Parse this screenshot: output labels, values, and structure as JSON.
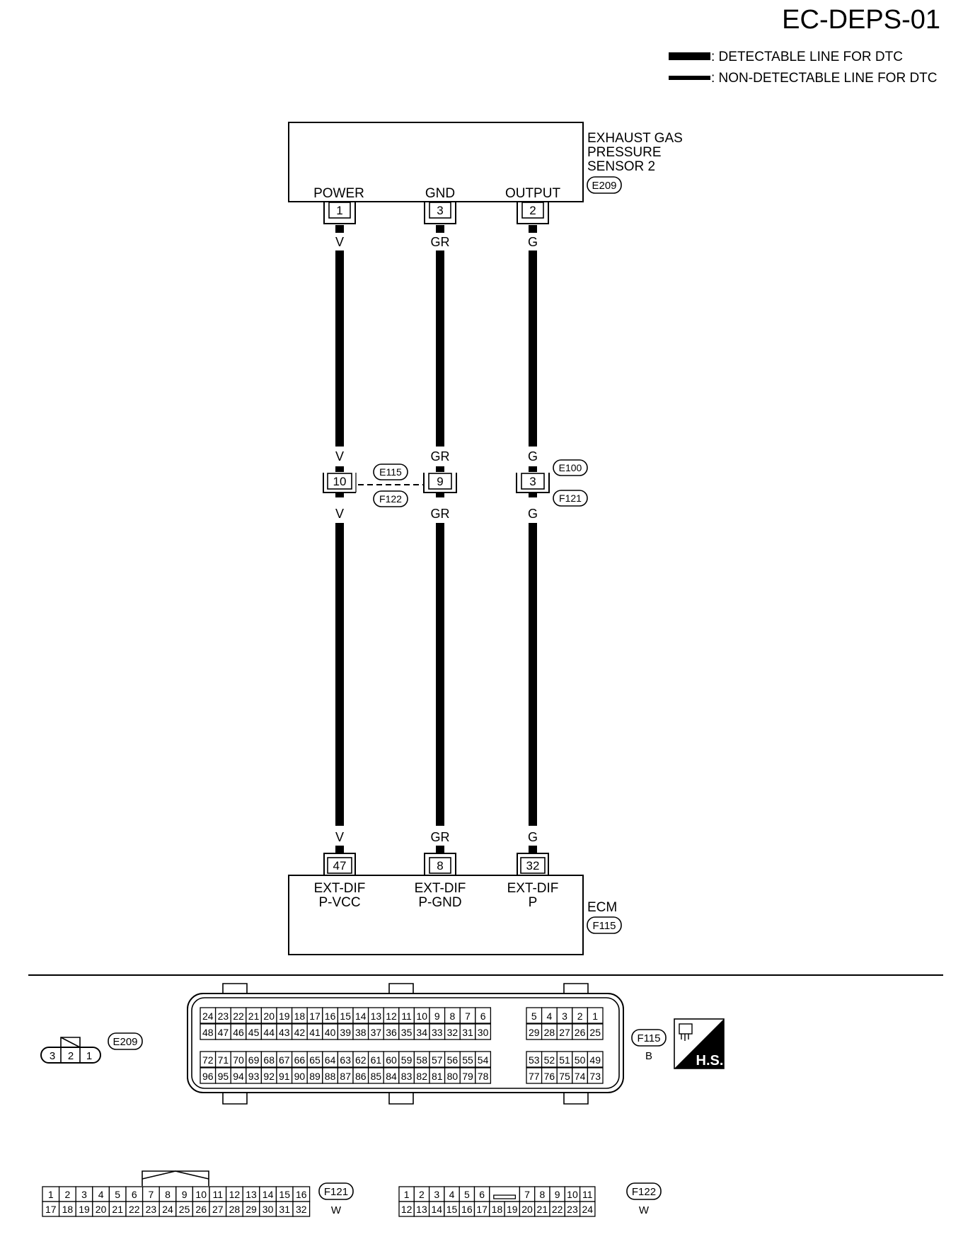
{
  "page_code": "EC-DEPS-01",
  "legend": [
    {
      "text": ": DETECTABLE LINE FOR DTC"
    },
    {
      "text": ": NON-DETECTABLE LINE FOR DTC"
    }
  ],
  "sensor": {
    "name_lines": [
      "EXHAUST GAS",
      "PRESSURE",
      "SENSOR 2"
    ],
    "connector": "E209",
    "terminals": [
      {
        "label": "POWER",
        "pin": "1"
      },
      {
        "label": "GND",
        "pin": "3"
      },
      {
        "label": "OUTPUT",
        "pin": "2"
      }
    ]
  },
  "wires": [
    {
      "color_top": "V",
      "color_mid_top": "V",
      "color_mid_bot": "V",
      "color_bot": "V",
      "junction_pin": "10"
    },
    {
      "color_top": "GR",
      "color_mid_top": "GR",
      "color_mid_bot": "GR",
      "color_bot": "GR",
      "junction_pin": "9"
    },
    {
      "color_top": "G",
      "color_mid_top": "G",
      "color_mid_bot": "G",
      "color_bot": "G",
      "junction_pin": "3"
    }
  ],
  "junction_connectors": {
    "left_top": "E115",
    "left_bottom": "F122",
    "right_top": "E100",
    "right_bottom": "F121"
  },
  "ecm": {
    "name": "ECM",
    "connector": "F115",
    "terminals": [
      {
        "pin": "47",
        "label_1": "EXT-DIF",
        "label_2": "P-VCC"
      },
      {
        "pin": "8",
        "label_1": "EXT-DIF",
        "label_2": "P-GND"
      },
      {
        "pin": "32",
        "label_1": "EXT-DIF",
        "label_2": "P"
      }
    ]
  },
  "connector_views": {
    "e209": {
      "id": "E209",
      "pins": [
        "3",
        "2",
        "1"
      ]
    },
    "f115": {
      "id": "F115",
      "color": "B",
      "block_a_rows": [
        [
          "24",
          "23",
          "22",
          "21",
          "20",
          "19",
          "18",
          "17",
          "16",
          "15",
          "14",
          "13",
          "12",
          "11",
          "10",
          "9",
          "8",
          "7",
          "6"
        ],
        [
          "48",
          "47",
          "46",
          "45",
          "44",
          "43",
          "42",
          "41",
          "40",
          "39",
          "38",
          "37",
          "36",
          "35",
          "34",
          "33",
          "32",
          "31",
          "30"
        ],
        [
          "72",
          "71",
          "70",
          "69",
          "68",
          "67",
          "66",
          "65",
          "64",
          "63",
          "62",
          "61",
          "60",
          "59",
          "58",
          "57",
          "56",
          "55",
          "54"
        ],
        [
          "96",
          "95",
          "94",
          "93",
          "92",
          "91",
          "90",
          "89",
          "88",
          "87",
          "86",
          "85",
          "84",
          "83",
          "82",
          "81",
          "80",
          "79",
          "78"
        ]
      ],
      "block_b_rows": [
        [
          "5",
          "4",
          "3",
          "2",
          "1"
        ],
        [
          "29",
          "28",
          "27",
          "26",
          "25"
        ],
        [
          "53",
          "52",
          "51",
          "50",
          "49"
        ],
        [
          "77",
          "76",
          "75",
          "74",
          "73"
        ]
      ]
    },
    "hs_label": "H.S.",
    "f121": {
      "id": "F121",
      "color": "W",
      "rows": [
        [
          "1",
          "2",
          "3",
          "4",
          "5",
          "6",
          "7",
          "8",
          "9",
          "10",
          "11",
          "12",
          "13",
          "14",
          "15",
          "16"
        ],
        [
          "17",
          "18",
          "19",
          "20",
          "21",
          "22",
          "23",
          "24",
          "25",
          "26",
          "27",
          "28",
          "29",
          "30",
          "31",
          "32"
        ]
      ]
    },
    "f122": {
      "id": "F122",
      "color": "W",
      "rows": [
        [
          "1",
          "2",
          "3",
          "4",
          "5",
          "6",
          "",
          "7",
          "8",
          "9",
          "10",
          "11"
        ],
        [
          "12",
          "13",
          "14",
          "15",
          "16",
          "17",
          "18",
          "19",
          "20",
          "21",
          "22",
          "23",
          "24"
        ]
      ]
    }
  }
}
